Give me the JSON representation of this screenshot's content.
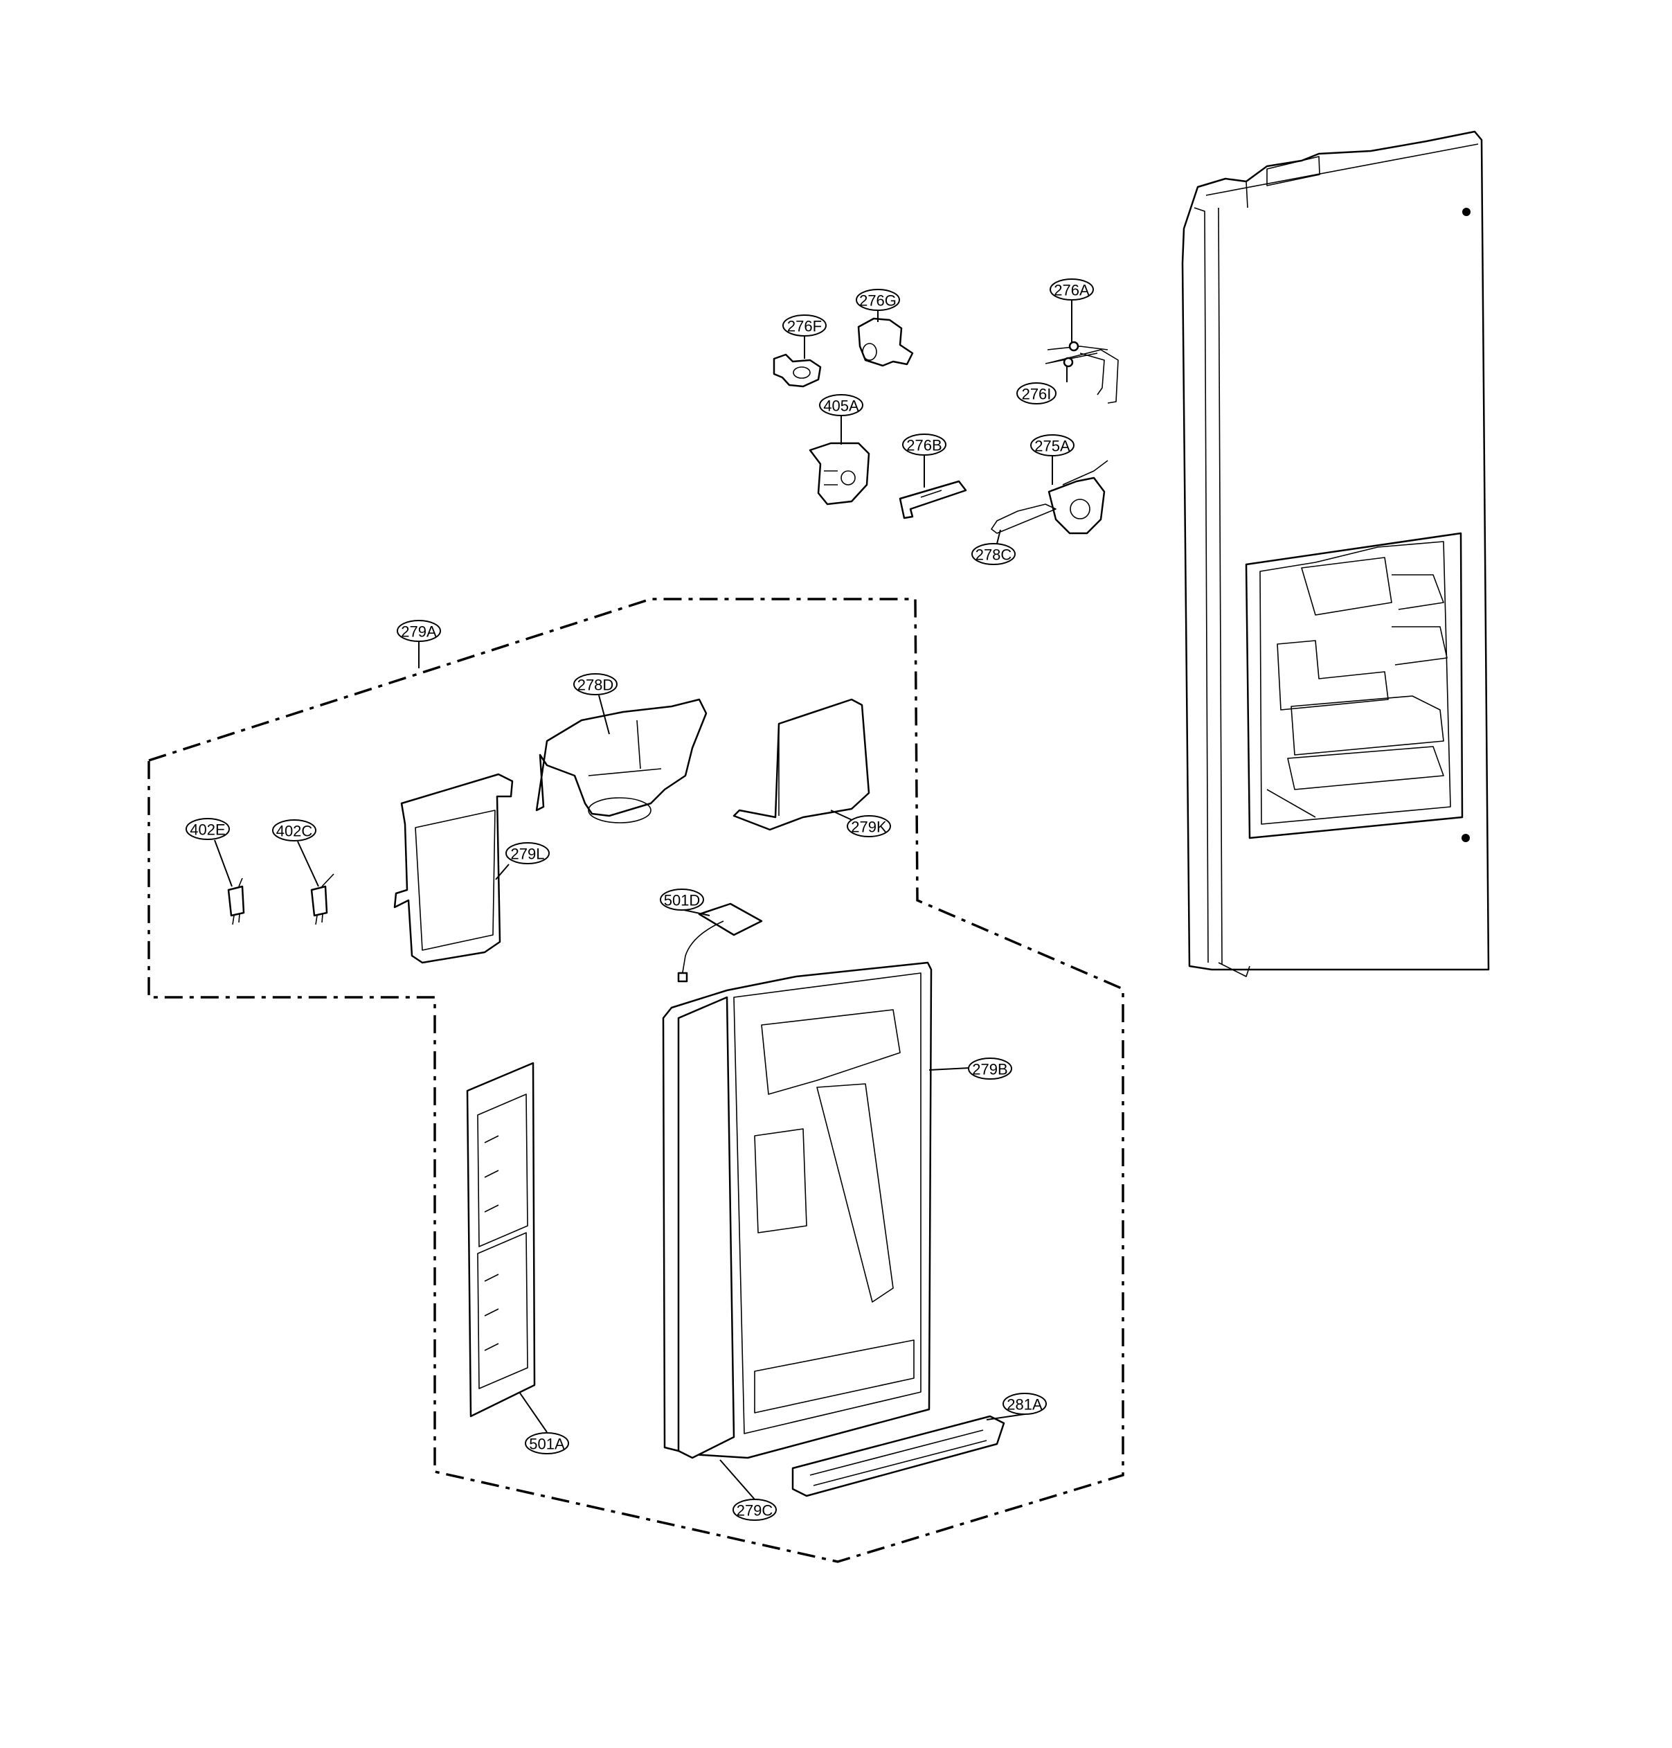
{
  "labels": [
    {
      "id": "276A",
      "text": "276A"
    },
    {
      "id": "276G",
      "text": "276G"
    },
    {
      "id": "276F",
      "text": "276F"
    },
    {
      "id": "276I",
      "text": "276I"
    },
    {
      "id": "405A",
      "text": "405A"
    },
    {
      "id": "276B",
      "text": "276B"
    },
    {
      "id": "275A",
      "text": "275A"
    },
    {
      "id": "278C",
      "text": "278C"
    },
    {
      "id": "279A",
      "text": "279A"
    },
    {
      "id": "278D",
      "text": "278D"
    },
    {
      "id": "402E",
      "text": "402E"
    },
    {
      "id": "402C",
      "text": "402C"
    },
    {
      "id": "279L",
      "text": "279L"
    },
    {
      "id": "279K",
      "text": "279K"
    },
    {
      "id": "501D",
      "text": "501D"
    },
    {
      "id": "279B",
      "text": "279B"
    },
    {
      "id": "501A",
      "text": "501A"
    },
    {
      "id": "281A",
      "text": "281A"
    },
    {
      "id": "279C",
      "text": "279C"
    }
  ]
}
